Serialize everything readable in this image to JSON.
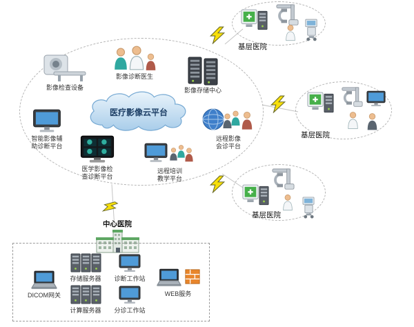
{
  "colors": {
    "cloud_fill_top": "#eaf4fb",
    "cloud_fill_bottom": "#a9cdea",
    "cloud_stroke": "#76a9d3",
    "bolt_fill": "#f7df0a",
    "label_color": "#333333"
  },
  "cloud": {
    "label": "医疗影像云平台"
  },
  "platform_nodes": [
    {
      "id": "imaging-equipment",
      "label": "影像检查设备"
    },
    {
      "id": "diagnosis-doctors",
      "label": "影像诊断医生"
    },
    {
      "id": "storage-center",
      "label": "影像存储中心"
    },
    {
      "id": "ai-assist-platform",
      "label": "智能影像辅\n助诊断平台"
    },
    {
      "id": "exam-diagnosis-platform",
      "label": "医学影像检\n查诊断平台"
    },
    {
      "id": "training-platform",
      "label": "远程培训\n教学平台"
    },
    {
      "id": "consultation-platform",
      "label": "远程影像\n会诊平台"
    }
  ],
  "hospitals": {
    "primary_top": "基层医院",
    "primary_middle": "基层医院",
    "primary_bottom": "基层医院",
    "central": "中心医院"
  },
  "datacenter": {
    "items": [
      {
        "id": "dicom-gateway",
        "label": "DICOM网关"
      },
      {
        "id": "storage-server",
        "label": "存储服务器"
      },
      {
        "id": "compute-server",
        "label": "计算服务器"
      },
      {
        "id": "diagnosis-workstation",
        "label": "诊断工作站"
      },
      {
        "id": "triage-workstation",
        "label": "分诊工作站"
      },
      {
        "id": "web-service",
        "label": "WEB服务"
      }
    ]
  }
}
